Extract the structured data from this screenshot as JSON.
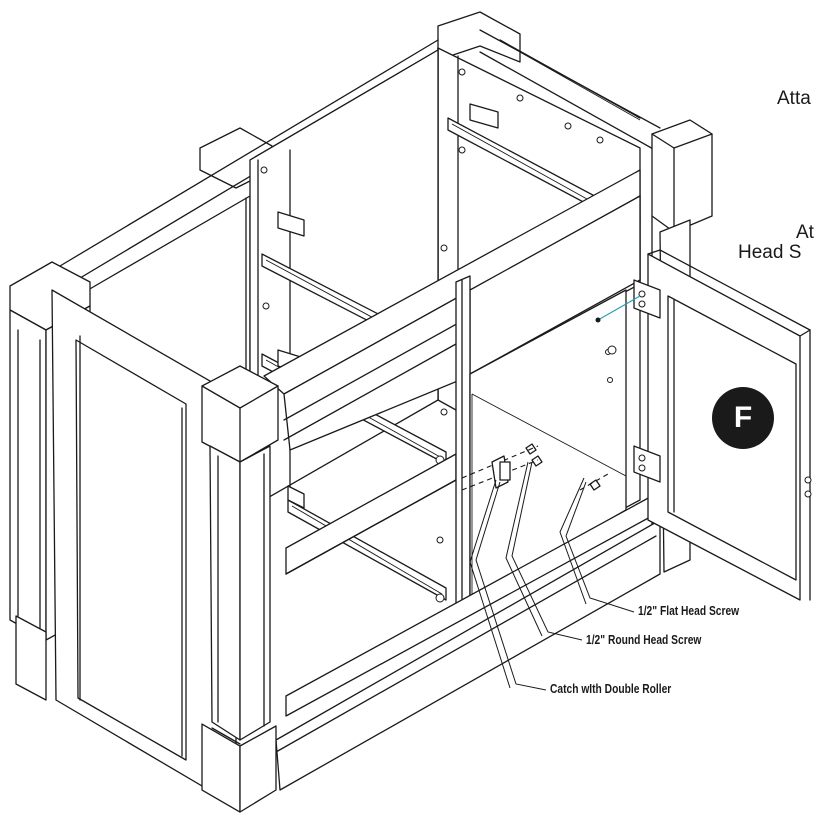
{
  "step_badge": "F",
  "edge_text": {
    "line1": "Atta",
    "line2": "At",
    "line3": "Head S"
  },
  "callouts": {
    "flat_head_screw": "1/2\" Flat Head Screw",
    "round_head_screw": "1/2\" Round Head Screw",
    "catch": "Catch wIth Double Roller"
  }
}
